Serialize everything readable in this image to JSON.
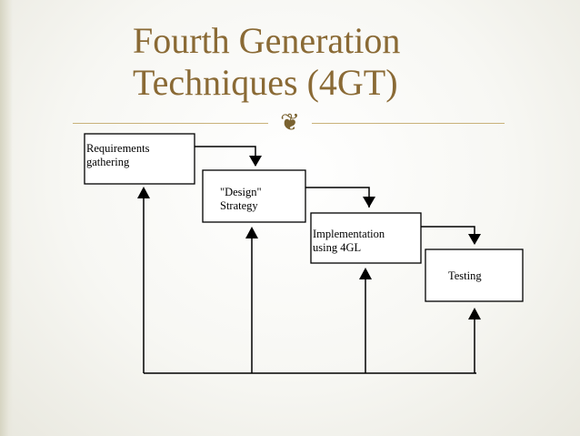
{
  "slide": {
    "title_line1": "Fourth Generation",
    "title_line2": "Techniques (4GT)",
    "ornament_icon": "twisted-ribbon-ornament",
    "accent_color": "#8a6a35"
  },
  "diagram": {
    "steps": [
      {
        "label": "Requirements\ngathering"
      },
      {
        "label": "\"Design\"\nStrategy"
      },
      {
        "label": "Implementation\n  using 4GL"
      },
      {
        "label": "Testing"
      }
    ]
  }
}
